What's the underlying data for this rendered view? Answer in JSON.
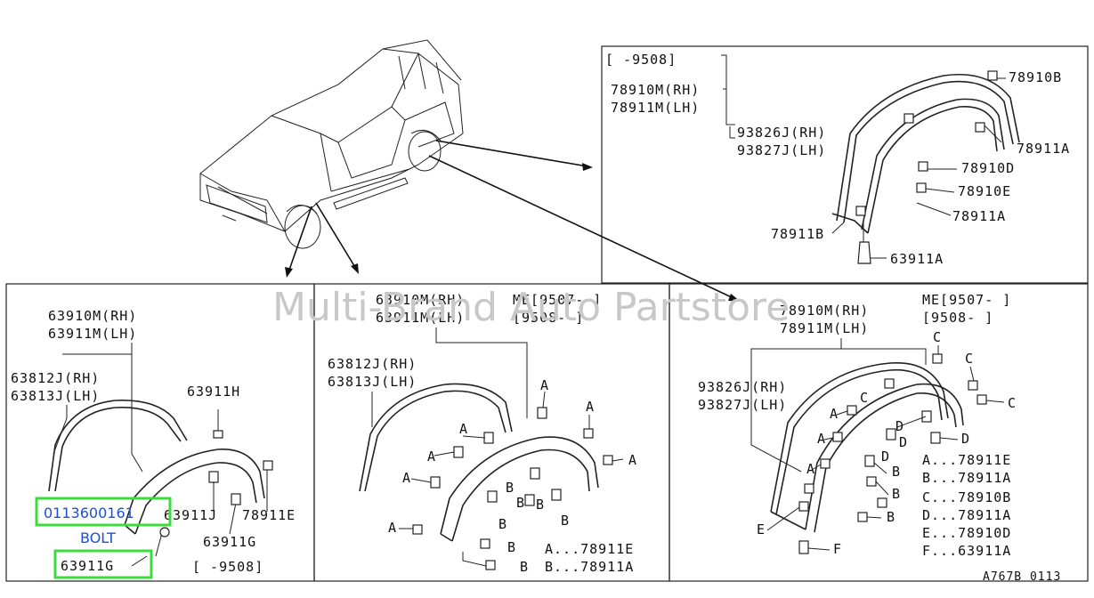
{
  "watermark": "Multi-Brand Auto Partstore",
  "diagram_code": "A767B 0113",
  "panel_top_right": {
    "date_range": "[    -9508]",
    "labels": [
      "78910M(RH)",
      "78911M(LH)",
      "93826J(RH)",
      "93827J(LH)",
      "78910B",
      "78911A",
      "78910D",
      "78910E",
      "78911A",
      "78911B",
      "63911A"
    ]
  },
  "panel_bottom_left": {
    "labels": [
      "63910M(RH)",
      "63911M(LH)",
      "63812J(RH)",
      "63813J(LH)",
      "63911H",
      "63911J",
      "78911E",
      "63911G",
      "[    -9508]"
    ],
    "highlight_part_number": "0113600161",
    "highlight_label": "BOLT",
    "highlight_ref": "63911G"
  },
  "panel_bottom_middle": {
    "labels": [
      "63910M(RH)",
      "63911M(LH)",
      "ME[9507-    ]",
      "[9508-    ]",
      "63812J(RH)",
      "63813J(LH)"
    ],
    "letters": [
      "A",
      "B"
    ],
    "legend": [
      "A...78911E",
      "B...78911A"
    ]
  },
  "panel_bottom_right": {
    "labels": [
      "ME[9507-    ]",
      "[9508-    ]",
      "78910M(RH)",
      "78911M(LH)",
      "93826J(RH)",
      "93827J(LH)"
    ],
    "letters": [
      "A",
      "B",
      "C",
      "D",
      "E",
      "F"
    ],
    "legend": [
      "A...78911E",
      "B...78911A",
      "C...78910B",
      "D...78911A",
      "E...78910D",
      "F...63911A"
    ]
  }
}
